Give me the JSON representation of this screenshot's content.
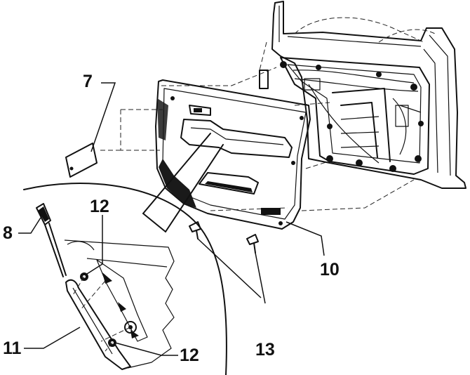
{
  "callouts": {
    "c7": "7",
    "c8": "8",
    "c10": "10",
    "c11": "11",
    "c12a": "12",
    "c12b": "12",
    "c13": "13"
  },
  "colors": {
    "ink": "#111111",
    "paper": "#ffffff",
    "shade": "#1a1a1a"
  }
}
